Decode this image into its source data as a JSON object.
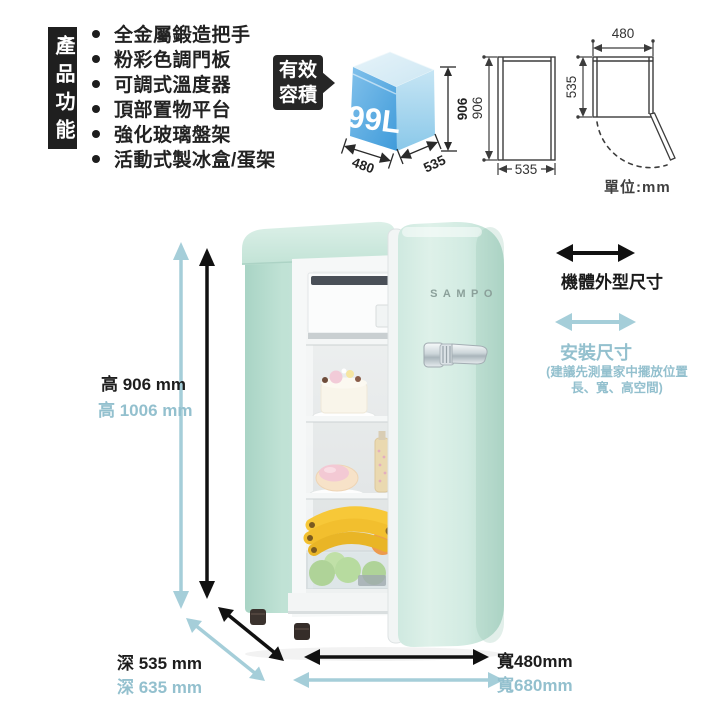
{
  "features": {
    "banner": "產品功能",
    "items": [
      "全金屬鍛造把手",
      "粉彩色調門板",
      "可調式溫度器",
      "頂部置物平台",
      "強化玻璃盤架",
      "活動式製冰盒/蛋架"
    ]
  },
  "volume": {
    "badge_line1": "有效",
    "badge_line2": "容積",
    "value": "99L",
    "dim_width": "480",
    "dim_depth": "535",
    "dim_height": "906"
  },
  "diagrams": {
    "side_height": "906",
    "side_depth": "535",
    "top_width": "480",
    "top_depth": "535",
    "unit": "單位:mm"
  },
  "fridge": {
    "brand": "SAMPO"
  },
  "dims": {
    "height_outer": "高 906 mm",
    "height_install": "高 1006 mm",
    "depth_outer": "深 535 mm",
    "depth_install": "深 635 mm",
    "width_outer": "寬480mm",
    "width_install": "寬680mm"
  },
  "legend": {
    "outer": "機體外型尺寸",
    "install": "安裝尺寸",
    "note1": "(建議先測量家中擺放位置",
    "note2": "長、寬、高空間)"
  },
  "colors": {
    "teal": "#a5ced9",
    "teal_text": "#93c0ce",
    "ink": "#1d1d1d",
    "box_blue": "#57a8e0",
    "fridge_green": "#c9e6db"
  }
}
